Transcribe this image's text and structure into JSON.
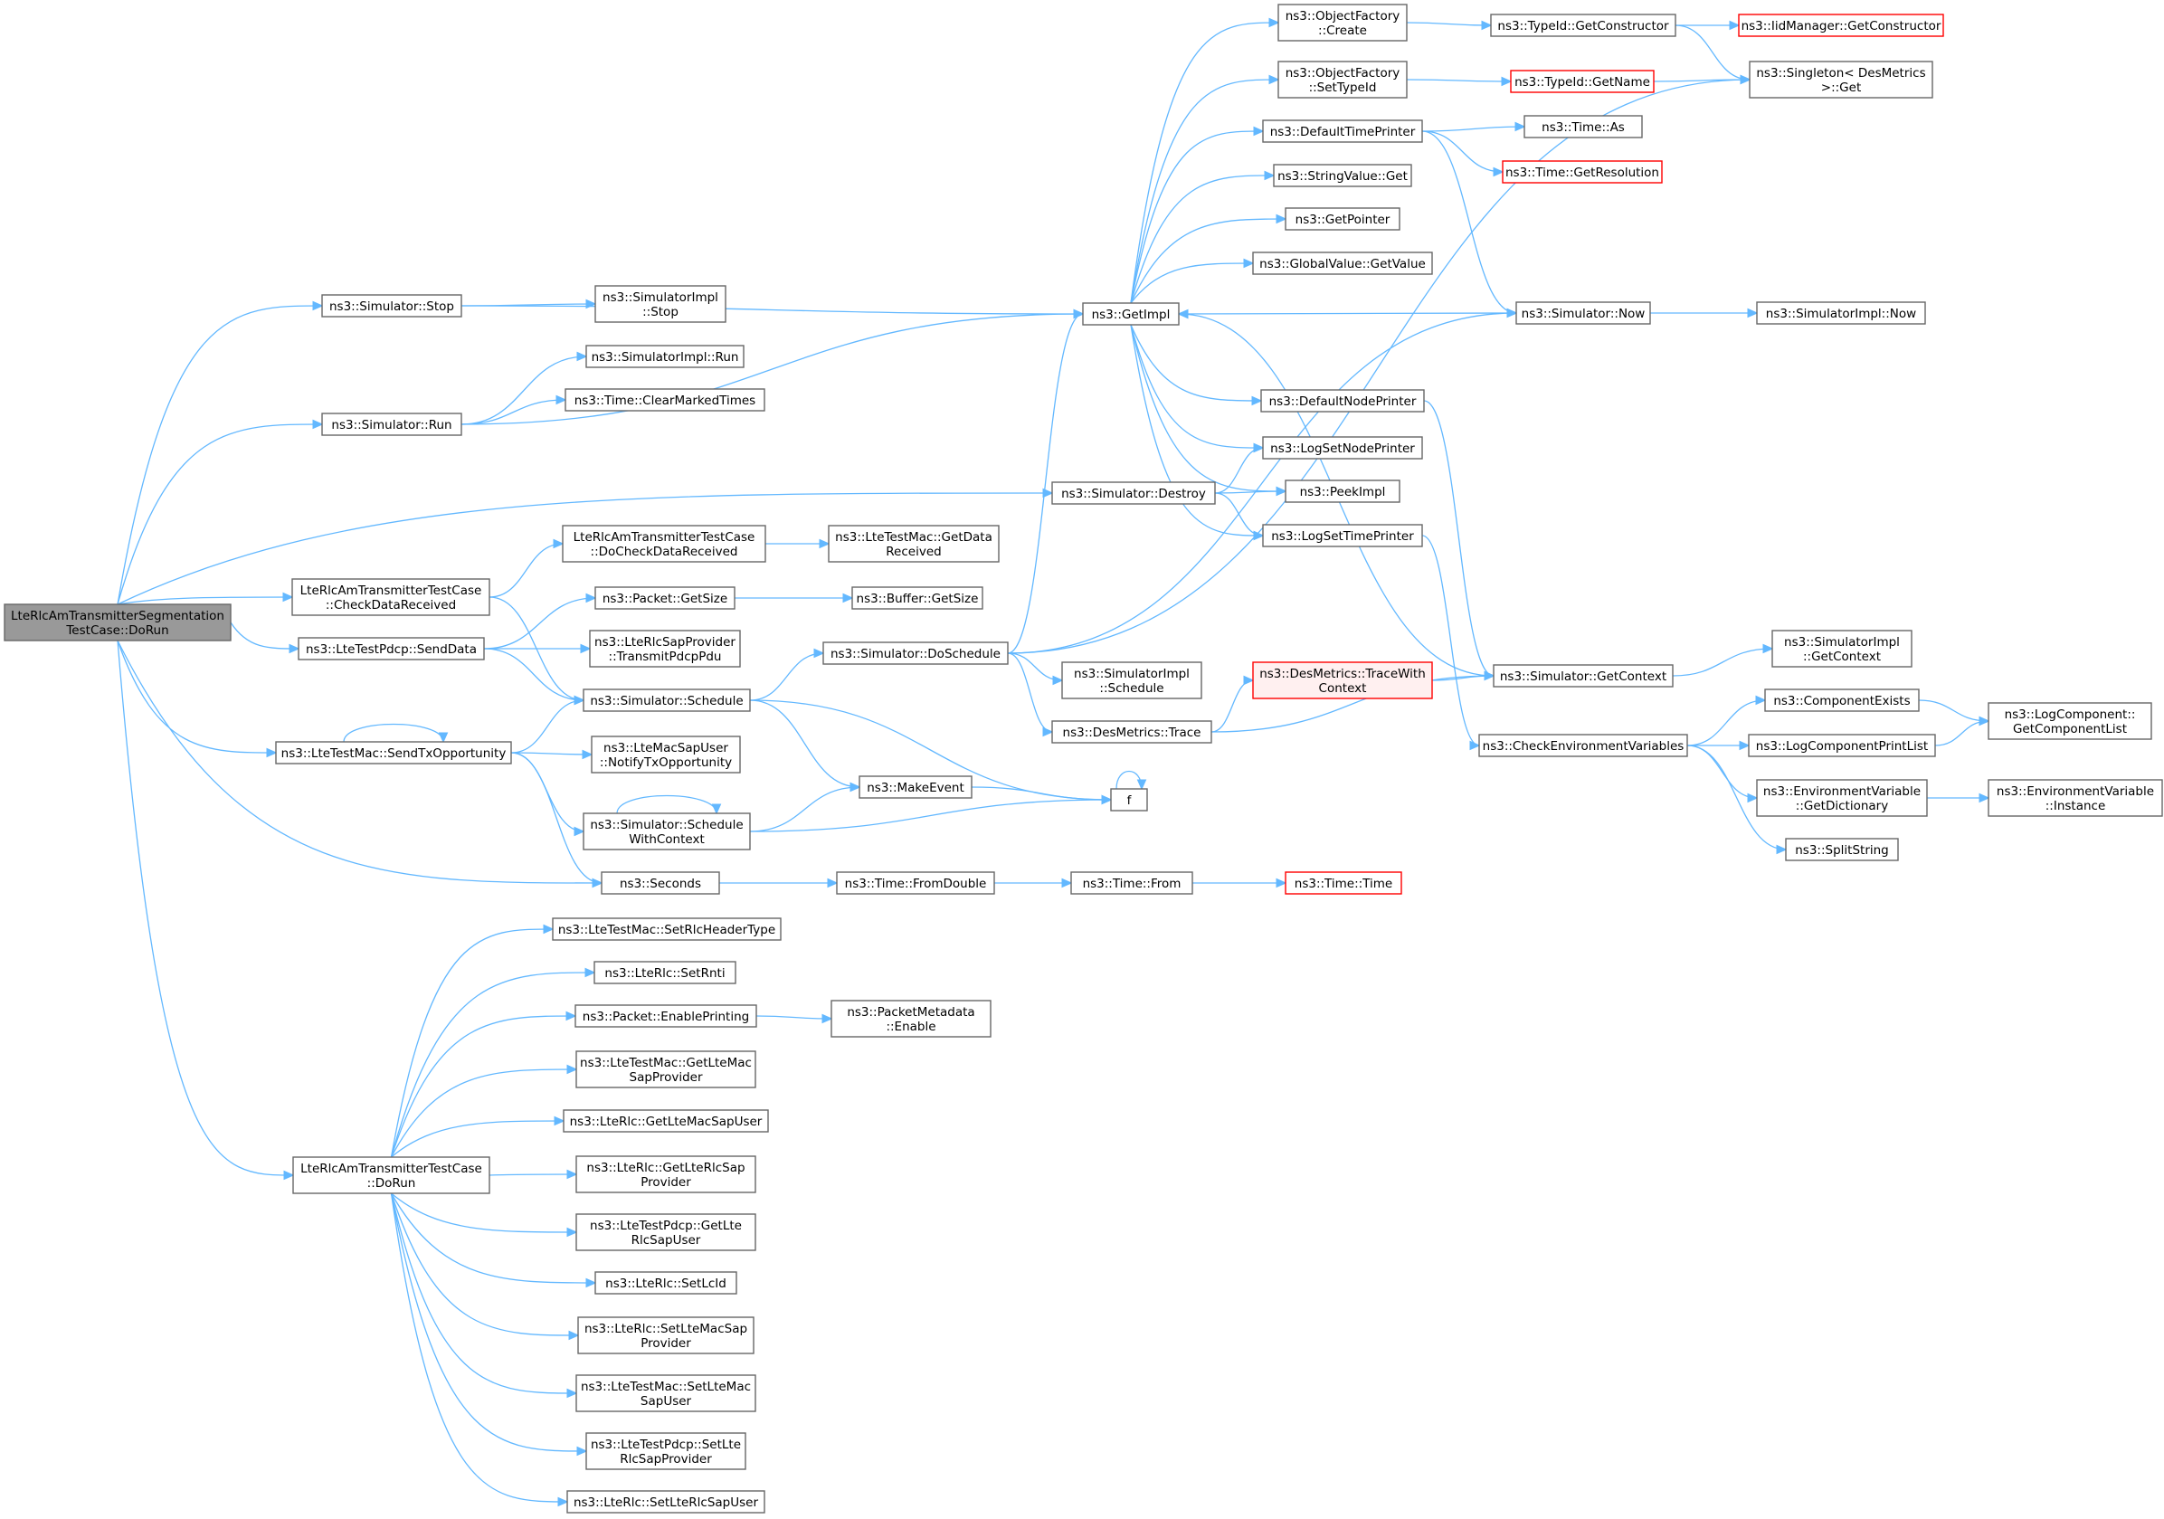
{
  "nodes": {
    "root": [
      "LteRlcAmTransmitterSegmentation",
      "TestCase::DoRun"
    ],
    "simStop": [
      "ns3::Simulator::Stop"
    ],
    "simRun": [
      "ns3::Simulator::Run"
    ],
    "simDestroy": [
      "ns3::Simulator::Destroy"
    ],
    "checkData": [
      "LteRlcAmTransmitterTestCase",
      "::CheckDataReceived"
    ],
    "sendData": [
      "ns3::LteTestPdcp::SendData"
    ],
    "sendTxOpp": [
      "ns3::LteTestMac::SendTxOpportunity"
    ],
    "testDoRun": [
      "LteRlcAmTransmitterTestCase",
      "::DoRun"
    ],
    "implStop": [
      "ns3::SimulatorImpl",
      "::Stop"
    ],
    "implRun": [
      "ns3::SimulatorImpl::Run"
    ],
    "clearMarked": [
      "ns3::Time::ClearMarkedTimes"
    ],
    "doCheck": [
      "LteRlcAmTransmitterTestCase",
      "::DoCheckDataReceived"
    ],
    "getData": [
      "ns3::LteTestMac::GetData",
      "Received"
    ],
    "pktGetSize": [
      "ns3::Packet::GetSize"
    ],
    "bufGetSize": [
      "ns3::Buffer::GetSize"
    ],
    "transmitPdcp": [
      "ns3::LteRlcSapProvider",
      "::TransmitPdcpPdu"
    ],
    "schedule": [
      "ns3::Simulator::Schedule"
    ],
    "notifyTx": [
      "ns3::LteMacSapUser",
      "::NotifyTxOpportunity"
    ],
    "schedCtx": [
      "ns3::Simulator::Schedule",
      "WithContext"
    ],
    "seconds": [
      "ns3::Seconds"
    ],
    "setHdr": [
      "ns3::LteTestMac::SetRlcHeaderType"
    ],
    "setRnti": [
      "ns3::LteRlc::SetRnti"
    ],
    "enablePrint": [
      "ns3::Packet::EnablePrinting"
    ],
    "getLteMacSapProv": [
      "ns3::LteTestMac::GetLteMac",
      "SapProvider"
    ],
    "getLteMacSapUser": [
      "ns3::LteRlc::GetLteMacSapUser"
    ],
    "getLteRlcSapProv": [
      "ns3::LteRlc::GetLteRlcSap",
      "Provider"
    ],
    "getLteRlcSapUser": [
      "ns3::LteTestPdcp::GetLte",
      "RlcSapUser"
    ],
    "setLcId": [
      "ns3::LteRlc::SetLcId"
    ],
    "setLteMacSapProv": [
      "ns3::LteRlc::SetLteMacSap",
      "Provider"
    ],
    "setLteMacSapUser": [
      "ns3::LteTestMac::SetLteMac",
      "SapUser"
    ],
    "setLteRlcSapProv": [
      "ns3::LteTestPdcp::SetLte",
      "RlcSapProvider"
    ],
    "setLteRlcSapUser": [
      "ns3::LteRlc::SetLteRlcSapUser"
    ],
    "pmEnable": [
      "ns3::PacketMetadata",
      "::Enable"
    ],
    "getImpl": [
      "ns3::GetImpl"
    ],
    "doSchedule": [
      "ns3::Simulator::DoSchedule"
    ],
    "implSchedule": [
      "ns3::SimulatorImpl",
      "::Schedule"
    ],
    "desTrace": [
      "ns3::DesMetrics::Trace"
    ],
    "makeEvent": [
      "ns3::MakeEvent"
    ],
    "f": [
      "f"
    ],
    "fromDouble": [
      "ns3::Time::FromDouble"
    ],
    "timeFrom": [
      "ns3::Time::From"
    ],
    "timeTime": [
      "ns3::Time::Time"
    ],
    "ofCreate": [
      "ns3::ObjectFactory",
      "::Create"
    ],
    "ofSetTypeId": [
      "ns3::ObjectFactory",
      "::SetTypeId"
    ],
    "defTimePrinter": [
      "ns3::DefaultTimePrinter"
    ],
    "strValGet": [
      "ns3::StringValue::Get"
    ],
    "getPointer": [
      "ns3::GetPointer"
    ],
    "gvGetValue": [
      "ns3::GlobalValue::GetValue"
    ],
    "defNodePrinter": [
      "ns3::DefaultNodePrinter"
    ],
    "logSetNode": [
      "ns3::LogSetNodePrinter"
    ],
    "peekImpl": [
      "ns3::PeekImpl"
    ],
    "logSetTime": [
      "ns3::LogSetTimePrinter"
    ],
    "traceWithCtx": [
      "ns3::DesMetrics::TraceWith",
      "Context"
    ],
    "typeIdGetCtor": [
      "ns3::TypeId::GetConstructor"
    ],
    "typeIdGetName": [
      "ns3::TypeId::GetName"
    ],
    "timeAs": [
      "ns3::Time::As"
    ],
    "timeGetRes": [
      "ns3::Time::GetResolution"
    ],
    "simNow": [
      "ns3::Simulator::Now"
    ],
    "simGetCtx": [
      "ns3::Simulator::GetContext"
    ],
    "checkEnv": [
      "ns3::CheckEnvironmentVariables"
    ],
    "iidGetCtor": [
      "ns3::IidManager::GetConstructor"
    ],
    "singletonGet": [
      "ns3::Singleton< DesMetrics",
      ">::Get"
    ],
    "implNow": [
      "ns3::SimulatorImpl::Now"
    ],
    "implGetCtx": [
      "ns3::SimulatorImpl",
      "::GetContext"
    ],
    "compExists": [
      "ns3::ComponentExists"
    ],
    "logCompPrint": [
      "ns3::LogComponentPrintList"
    ],
    "envGetDict": [
      "ns3::EnvironmentVariable",
      "::GetDictionary"
    ],
    "splitString": [
      "ns3::SplitString"
    ],
    "logCompList": [
      "ns3::LogComponent::",
      "GetComponentList"
    ],
    "envInstance": [
      "ns3::EnvironmentVariable",
      "::Instance"
    ]
  },
  "edges": [
    [
      "root",
      "simStop"
    ],
    [
      "root",
      "simRun"
    ],
    [
      "root",
      "simDestroy"
    ],
    [
      "root",
      "checkData"
    ],
    [
      "root",
      "sendData"
    ],
    [
      "root",
      "sendTxOpp"
    ],
    [
      "root",
      "testDoRun"
    ],
    [
      "root",
      "seconds"
    ],
    [
      "simStop",
      "getImpl"
    ],
    [
      "simStop",
      "implStop"
    ],
    [
      "simRun",
      "implRun"
    ],
    [
      "simRun",
      "clearMarked"
    ],
    [
      "simRun",
      "getImpl"
    ],
    [
      "simDestroy",
      "logSetNode"
    ],
    [
      "simDestroy",
      "peekImpl"
    ],
    [
      "simDestroy",
      "logSetTime"
    ],
    [
      "checkData",
      "doCheck"
    ],
    [
      "checkData",
      "schedule"
    ],
    [
      "doCheck",
      "getData"
    ],
    [
      "sendData",
      "pktGetSize"
    ],
    [
      "sendData",
      "transmitPdcp"
    ],
    [
      "sendData",
      "schedule"
    ],
    [
      "pktGetSize",
      "bufGetSize"
    ],
    [
      "sendTxOpp",
      "schedule"
    ],
    [
      "sendTxOpp",
      "notifyTx"
    ],
    [
      "sendTxOpp",
      "schedCtx"
    ],
    [
      "sendTxOpp",
      "seconds"
    ],
    [
      "sendTxOpp",
      "sendTxOpp"
    ],
    [
      "schedule",
      "doSchedule"
    ],
    [
      "schedule",
      "makeEvent"
    ],
    [
      "schedule",
      "f"
    ],
    [
      "schedCtx",
      "makeEvent"
    ],
    [
      "schedCtx",
      "f"
    ],
    [
      "schedCtx",
      "schedCtx"
    ],
    [
      "makeEvent",
      "f"
    ],
    [
      "f",
      "f"
    ],
    [
      "seconds",
      "fromDouble"
    ],
    [
      "fromDouble",
      "timeFrom"
    ],
    [
      "timeFrom",
      "timeTime"
    ],
    [
      "doSchedule",
      "getImpl"
    ],
    [
      "doSchedule",
      "simNow"
    ],
    [
      "doSchedule",
      "singletonGet"
    ],
    [
      "doSchedule",
      "implSchedule"
    ],
    [
      "doSchedule",
      "desTrace"
    ],
    [
      "desTrace",
      "traceWithCtx"
    ],
    [
      "desTrace",
      "simGetCtx"
    ],
    [
      "traceWithCtx",
      "simGetCtx"
    ],
    [
      "getImpl",
      "ofCreate"
    ],
    [
      "getImpl",
      "ofSetTypeId"
    ],
    [
      "getImpl",
      "defTimePrinter"
    ],
    [
      "getImpl",
      "strValGet"
    ],
    [
      "getImpl",
      "getPointer"
    ],
    [
      "getImpl",
      "gvGetValue"
    ],
    [
      "getImpl",
      "defNodePrinter"
    ],
    [
      "getImpl",
      "logSetNode"
    ],
    [
      "getImpl",
      "peekImpl"
    ],
    [
      "getImpl",
      "logSetTime"
    ],
    [
      "ofCreate",
      "typeIdGetCtor"
    ],
    [
      "ofSetTypeId",
      "typeIdGetName"
    ],
    [
      "typeIdGetCtor",
      "iidGetCtor"
    ],
    [
      "typeIdGetCtor",
      "singletonGet"
    ],
    [
      "typeIdGetName",
      "singletonGet"
    ],
    [
      "defTimePrinter",
      "timeAs"
    ],
    [
      "defTimePrinter",
      "timeGetRes"
    ],
    [
      "defTimePrinter",
      "simNow"
    ],
    [
      "simNow",
      "getImpl"
    ],
    [
      "simNow",
      "implNow"
    ],
    [
      "defNodePrinter",
      "simGetCtx"
    ],
    [
      "simGetCtx",
      "getImpl"
    ],
    [
      "simGetCtx",
      "implGetCtx"
    ],
    [
      "logSetTime",
      "checkEnv"
    ],
    [
      "checkEnv",
      "compExists"
    ],
    [
      "checkEnv",
      "logCompPrint"
    ],
    [
      "checkEnv",
      "envGetDict"
    ],
    [
      "checkEnv",
      "splitString"
    ],
    [
      "compExists",
      "logCompList"
    ],
    [
      "logCompPrint",
      "logCompList"
    ],
    [
      "envGetDict",
      "envInstance"
    ],
    [
      "testDoRun",
      "setHdr"
    ],
    [
      "testDoRun",
      "setRnti"
    ],
    [
      "testDoRun",
      "enablePrint"
    ],
    [
      "testDoRun",
      "getLteMacSapProv"
    ],
    [
      "testDoRun",
      "getLteMacSapUser"
    ],
    [
      "testDoRun",
      "getLteRlcSapProv"
    ],
    [
      "testDoRun",
      "getLteRlcSapUser"
    ],
    [
      "testDoRun",
      "setLcId"
    ],
    [
      "testDoRun",
      "setLteMacSapProv"
    ],
    [
      "testDoRun",
      "setLteMacSapUser"
    ],
    [
      "testDoRun",
      "setLteRlcSapProv"
    ],
    [
      "testDoRun",
      "setLteRlcSapUser"
    ],
    [
      "enablePrint",
      "pmEnable"
    ]
  ]
}
